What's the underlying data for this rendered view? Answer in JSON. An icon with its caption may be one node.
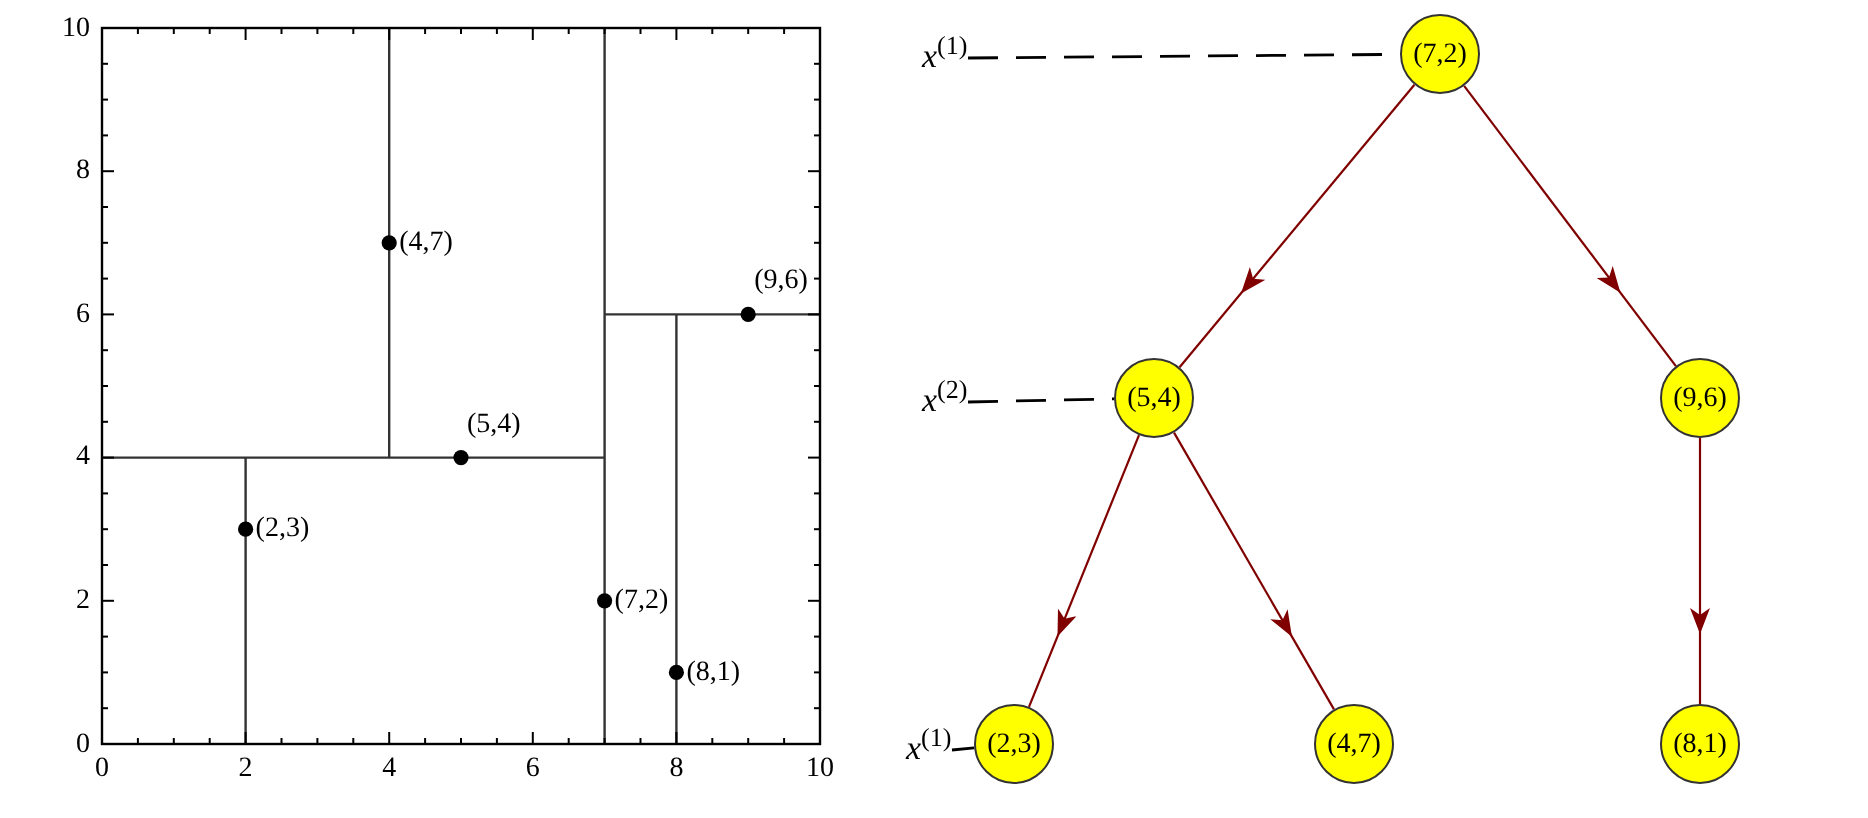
{
  "diagram": {
    "nodes": [
      {
        "text": [
          "*x*$^{(1)}$"
        ]
      },
      {
        "text": [
          "(7,2)"
        ]
      },
      {
        "text": [
          "*x*$^{(2)}$"
        ]
      },
      {
        "text": [
          "(5,4)"
        ]
      },
      {
        "text": [
          "(9,6)"
        ]
      },
      {
        "text": [
          "*x*$^{(1)}$"
        ]
      },
      {
        "text": [
          "(2,3)"
        ]
      },
      {
        "text": [
          "(4,7)"
        ]
      },
      {
        "text": [
          "(8,1)"
        ]
      }
    ],
    "edges": [
      {
        "from": 0,
        "to": 1,
        "arrow": "none",
        "style": "dashed",
        "color": "#000000"
      },
      {
        "from": 1,
        "to": 3,
        "arrow": "to"
      },
      {
        "from": 1,
        "to": 4,
        "arrow": "to"
      },
      {
        "from": 2,
        "to": 3,
        "arrow": "none",
        "style": "dashed",
        "color": "#000000"
      },
      {
        "from": 3,
        "to": 6,
        "arrow": "to"
      },
      {
        "from": 3,
        "to": 7,
        "arrow": "to"
      },
      {
        "from": 4,
        "to": 8,
        "arrow": "to"
      },
      {
        "from": 5,
        "to": 6,
        "arrow": "none",
        "color": "#000000"
      }
    ],
    "chart_data": {
      "type": "scatter",
      "x": [
        7,
        5,
        9,
        2,
        4,
        8
      ],
      "series": [
        {
          "color": "#000000",
          "values": [
            2,
            4,
            6,
            3,
            7,
            1
          ]
        }
      ],
      "xlim": [
        0,
        10
      ],
      "ylim": [
        0,
        10
      ],
      "xticks": [
        0,
        2,
        4,
        6,
        8,
        10
      ],
      "yticks": [
        0,
        2,
        4,
        6,
        8,
        10
      ],
      "value_labels": [
        "(7,2)",
        "(5,4)",
        "(9,6)",
        "(2,3)",
        "(4,7)",
        "(8,1)"
      ],
      "ref_lines": [
        {
          "axis": "x",
          "value": 7
        },
        {
          "axis": "y",
          "value": 4
        },
        {
          "axis": "y",
          "value": 6
        },
        {
          "axis": "x",
          "value": 2
        },
        {
          "axis": "x",
          "value": 4
        },
        {
          "axis": "x",
          "value": 8
        }
      ]
    }
  }
}
